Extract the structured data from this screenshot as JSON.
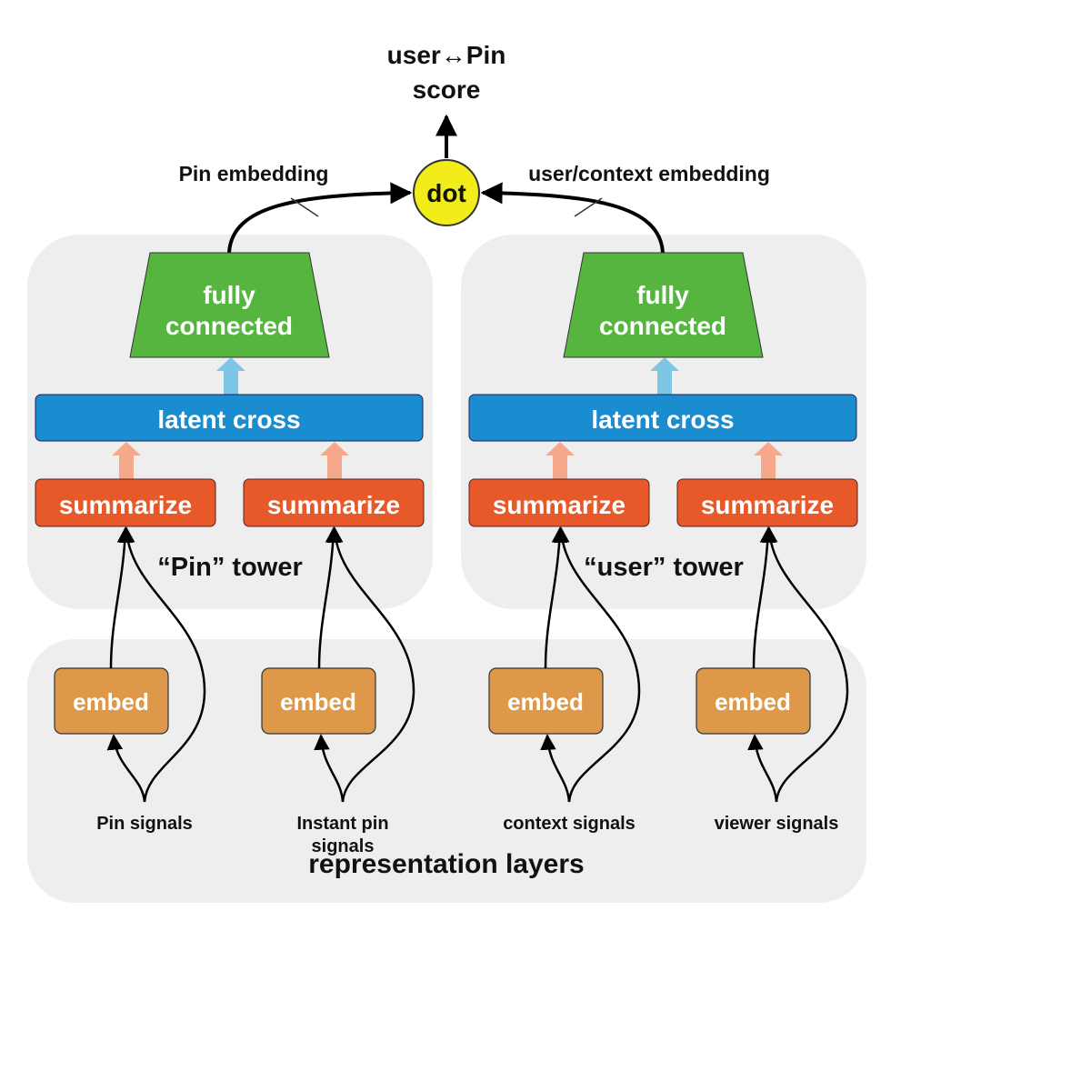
{
  "output": {
    "title_line1": "user↔Pin",
    "title_line2": "score",
    "dot_label": "dot"
  },
  "edges": {
    "left_label": "Pin embedding",
    "right_label": "user/context embedding"
  },
  "towers": [
    {
      "name": "“Pin” tower",
      "fc_line1": "fully",
      "fc_line2": "connected",
      "latent_cross": "latent cross",
      "summarize": [
        "summarize",
        "summarize"
      ]
    },
    {
      "name": "“user” tower",
      "fc_line1": "fully",
      "fc_line2": "connected",
      "latent_cross": "latent cross",
      "summarize": [
        "summarize",
        "summarize"
      ]
    }
  ],
  "representation": {
    "title": "representation layers",
    "embed_labels": [
      "embed",
      "embed",
      "embed",
      "embed"
    ],
    "signals": [
      {
        "line1": "Pin signals",
        "line2": ""
      },
      {
        "line1": "Instant pin",
        "line2": "signals"
      },
      {
        "line1": "context signals",
        "line2": ""
      },
      {
        "line1": "viewer signals",
        "line2": ""
      }
    ]
  },
  "colors": {
    "panel": "#eeeeee",
    "fully_connected": "#55b53f",
    "latent_cross": "#1a8cd0",
    "summarize": "#e8592a",
    "embed": "#de9849",
    "dot": "#f2ec1b",
    "up_arrow_blue": "#7ec6e6",
    "up_arrow_orange": "#f5a98a"
  }
}
